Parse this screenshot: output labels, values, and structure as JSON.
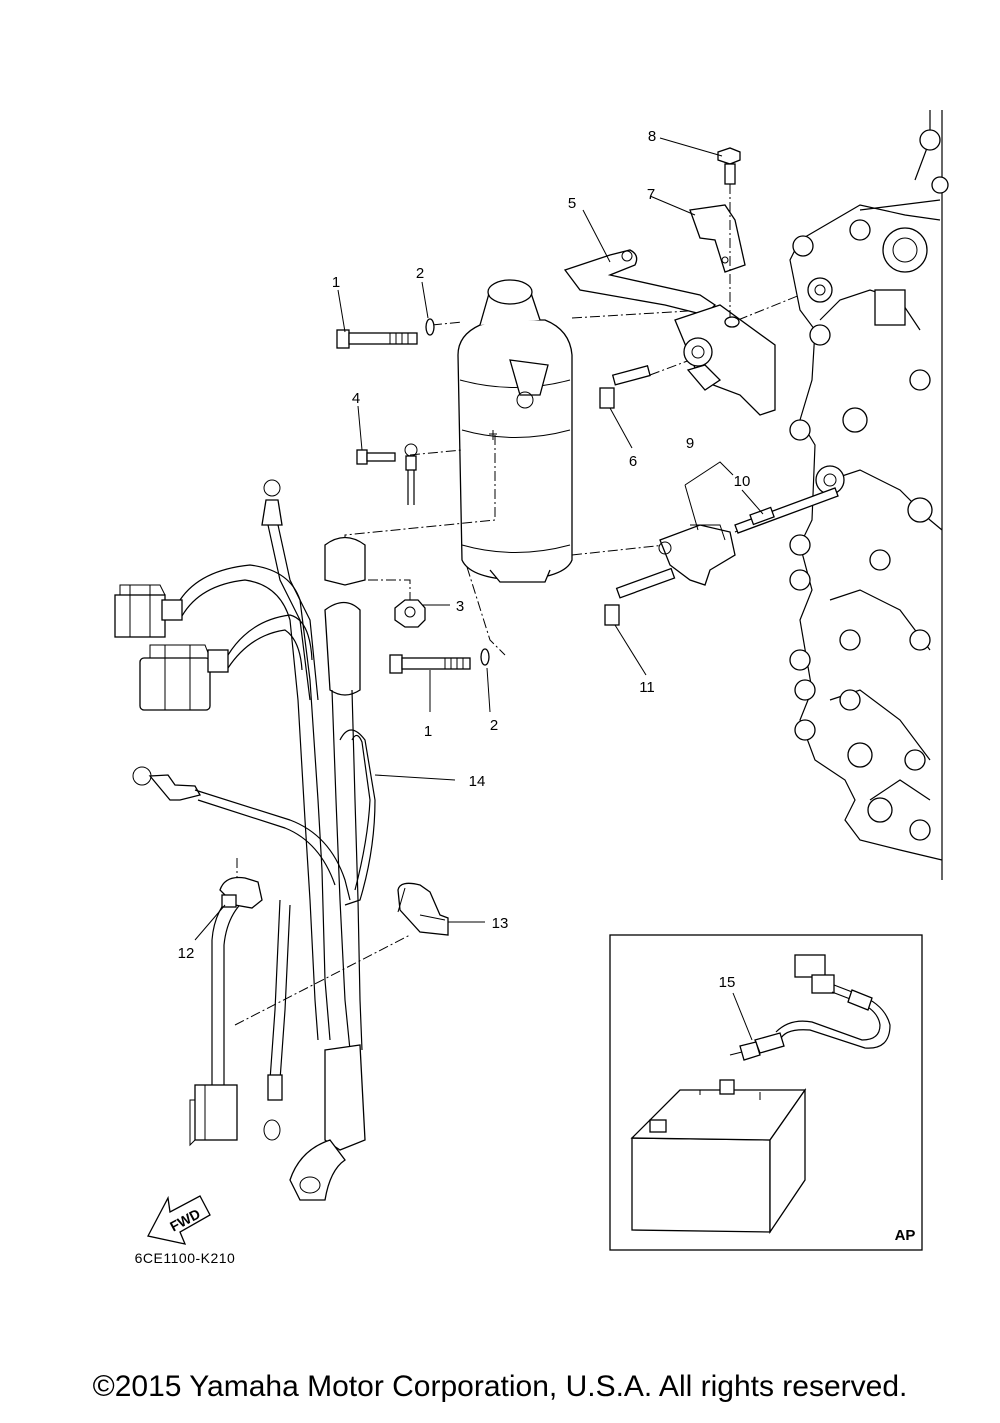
{
  "diagram": {
    "callouts": [
      {
        "id": "1",
        "text": "1"
      },
      {
        "id": "2",
        "text": "2"
      },
      {
        "id": "3",
        "text": "3"
      },
      {
        "id": "4",
        "text": "4"
      },
      {
        "id": "5",
        "text": "5"
      },
      {
        "id": "6",
        "text": "6"
      },
      {
        "id": "7",
        "text": "7"
      },
      {
        "id": "8",
        "text": "8"
      },
      {
        "id": "9",
        "text": "9"
      },
      {
        "id": "10",
        "text": "10"
      },
      {
        "id": "11",
        "text": "11"
      },
      {
        "id": "12",
        "text": "12"
      },
      {
        "id": "13",
        "text": "13"
      },
      {
        "id": "14",
        "text": "14"
      },
      {
        "id": "15",
        "text": "15"
      },
      {
        "id": "1b",
        "text": "1"
      },
      {
        "id": "2b",
        "text": "2"
      }
    ],
    "fwd_label": "FWD",
    "inset_label": "AP",
    "drawing_code": "6CE1100-K210"
  },
  "footer": {
    "copyright": "©2015 Yamaha Motor Corporation, U.S.A. All rights reserved."
  }
}
